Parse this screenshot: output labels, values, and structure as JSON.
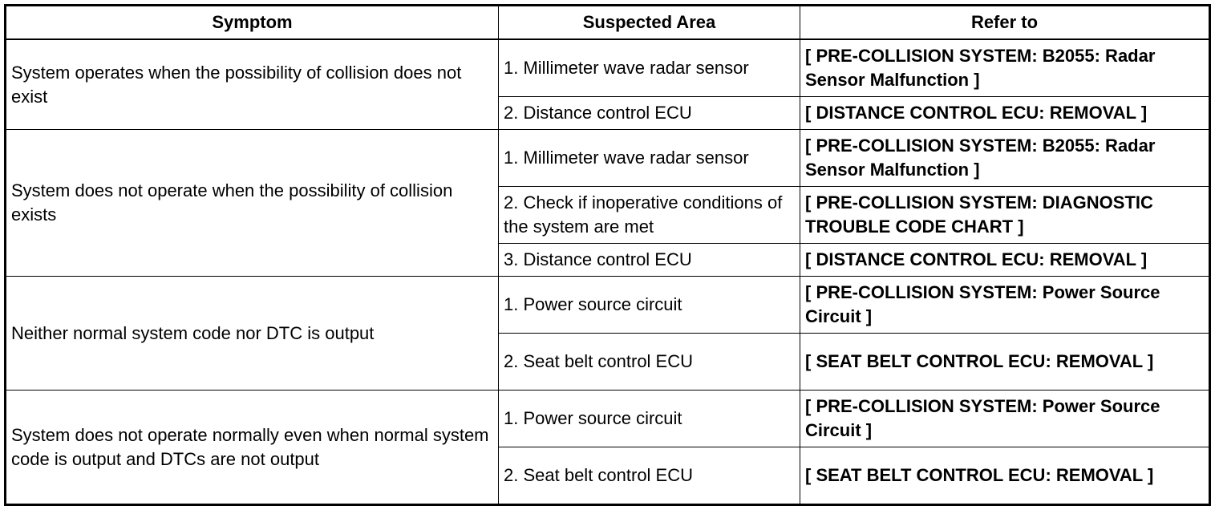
{
  "table": {
    "headers": {
      "symptom": "Symptom",
      "suspected_area": "Suspected Area",
      "refer_to": "Refer to"
    },
    "groups": [
      {
        "symptom": "System operates when the possibility of collision does not exist",
        "rows": [
          {
            "area": "1. Millimeter wave radar sensor",
            "ref": "[ PRE-COLLISION SYSTEM: B2055: Radar Sensor Malfunction ]"
          },
          {
            "area": "2. Distance control ECU",
            "ref": "[ DISTANCE CONTROL ECU: REMOVAL ]"
          }
        ]
      },
      {
        "symptom": "System does not operate when the possibility of collision exists",
        "rows": [
          {
            "area": "1. Millimeter wave radar sensor",
            "ref": "[ PRE-COLLISION SYSTEM: B2055: Radar Sensor Malfunction ]"
          },
          {
            "area": "2. Check if inoperative conditions of the system are met",
            "ref": "[ PRE-COLLISION SYSTEM: DIAGNOSTIC TROUBLE CODE CHART ]"
          },
          {
            "area": "3. Distance control ECU",
            "ref": "[ DISTANCE CONTROL ECU: REMOVAL ]"
          }
        ]
      },
      {
        "symptom": "Neither normal system code nor DTC is output",
        "rows": [
          {
            "area": "1. Power source circuit",
            "ref": "[ PRE-COLLISION SYSTEM: Power Source Circuit ]"
          },
          {
            "area": "2. Seat belt control ECU",
            "ref": "[ SEAT BELT CONTROL ECU: REMOVAL ]"
          }
        ]
      },
      {
        "symptom": "System does not operate normally even when normal system code is output and DTCs are not output",
        "rows": [
          {
            "area": "1. Power source circuit",
            "ref": "[ PRE-COLLISION SYSTEM: Power Source Circuit ]"
          },
          {
            "area": "2. Seat belt control ECU",
            "ref": "[ SEAT BELT CONTROL ECU: REMOVAL ]"
          }
        ]
      }
    ]
  }
}
